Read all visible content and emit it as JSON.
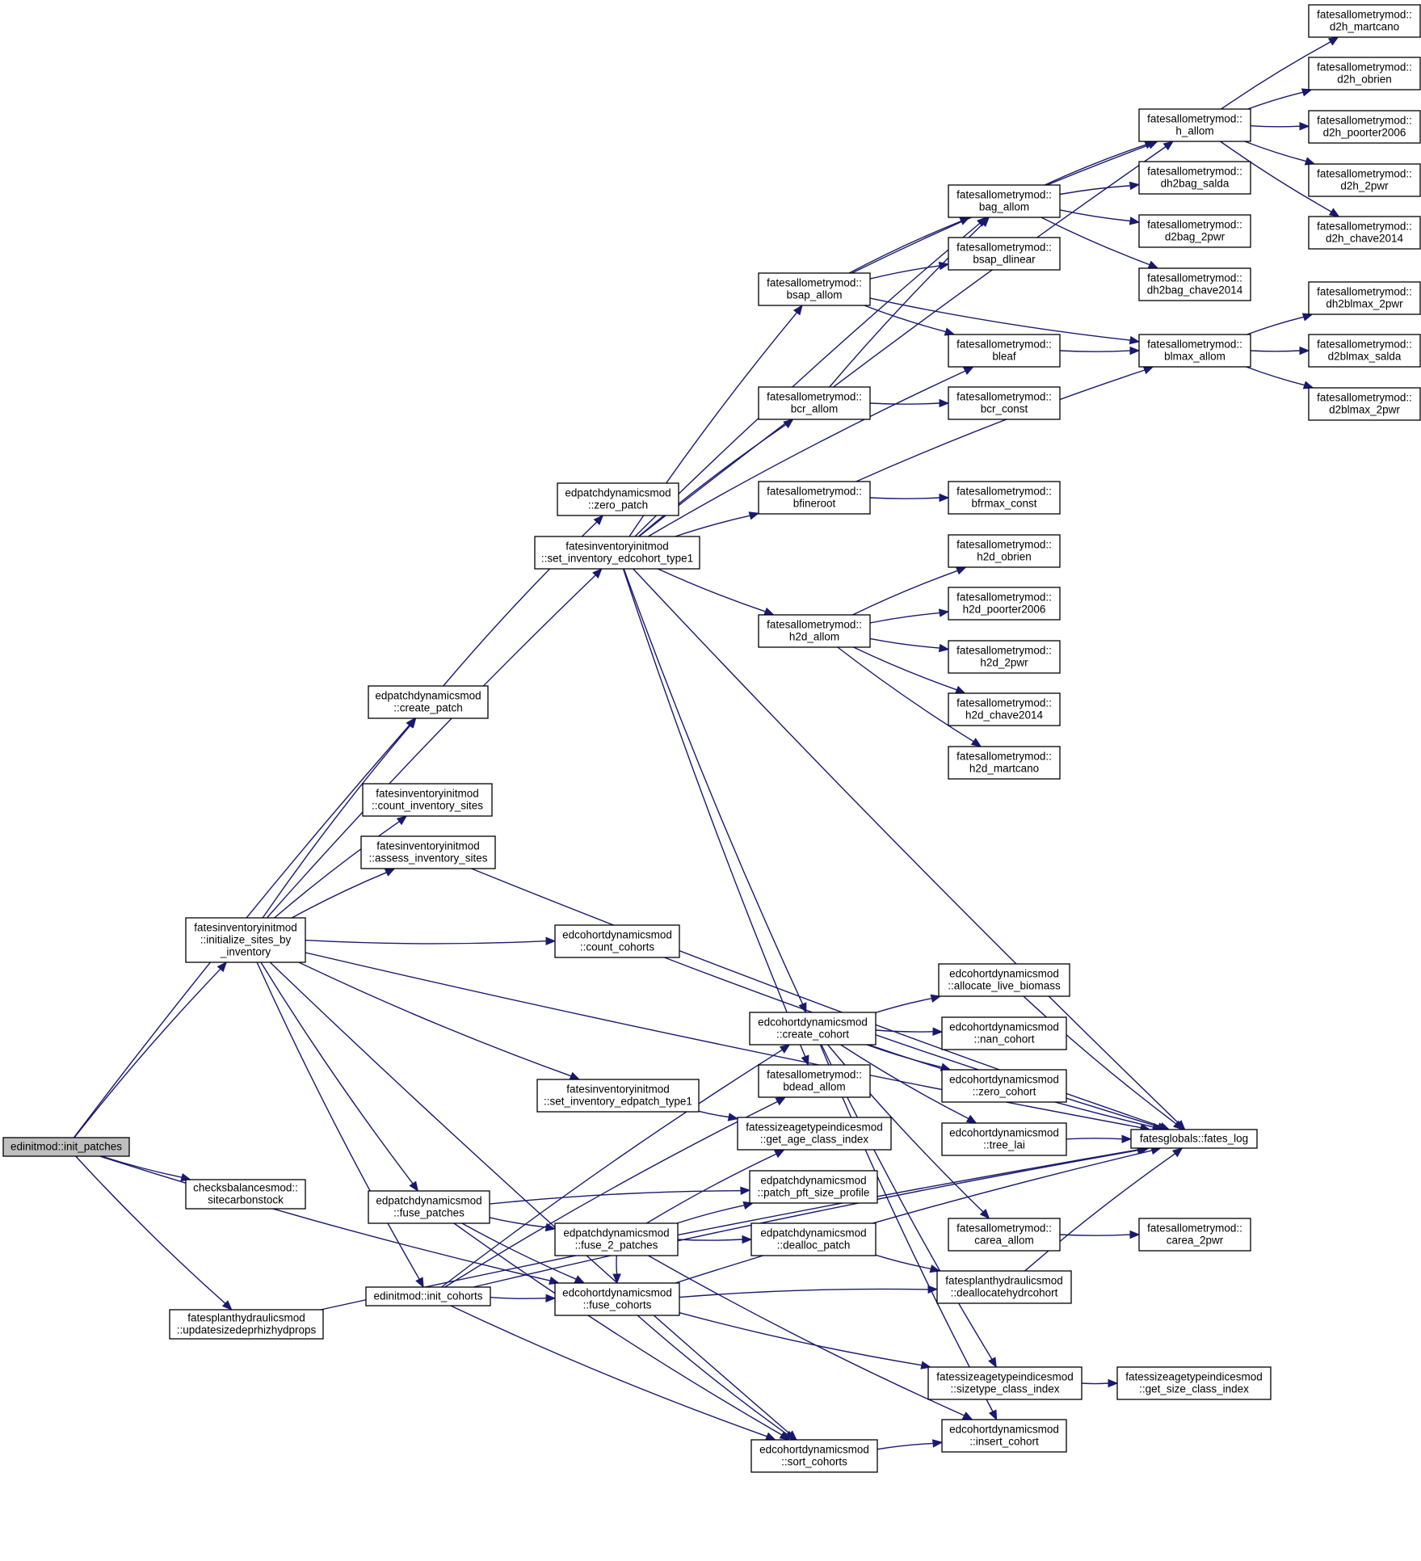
{
  "graph": {
    "edge_color": "#191970",
    "root_fill": "#bfbfbf",
    "nodes": [
      {
        "id": "init_patches",
        "lines": [
          "edinitmod::init_patches"
        ],
        "root": true
      },
      {
        "id": "create_patch",
        "lines": [
          "edpatchdynamicsmod",
          "::create_patch"
        ]
      },
      {
        "id": "initialize_sites",
        "lines": [
          "fatesinventoryinitmod",
          "::initialize_sites_by",
          "_inventory"
        ]
      },
      {
        "id": "sitecarbonstock",
        "lines": [
          "checksbalancesmod::",
          "sitecarbonstock"
        ]
      },
      {
        "id": "updatesize",
        "lines": [
          "fatesplanthydraulicsmod",
          "::updatesizedeprhizhydprops"
        ]
      },
      {
        "id": "zero_patch",
        "lines": [
          "edpatchdynamicsmod",
          "::zero_patch"
        ]
      },
      {
        "id": "set_inv_cohort",
        "lines": [
          "fatesinventoryinitmod",
          "::set_inventory_edcohort_type1"
        ]
      },
      {
        "id": "count_inv_sites",
        "lines": [
          "fatesinventoryinitmod",
          "::count_inventory_sites"
        ]
      },
      {
        "id": "assess_inv_sites",
        "lines": [
          "fatesinventoryinitmod",
          "::assess_inventory_sites"
        ]
      },
      {
        "id": "count_cohorts",
        "lines": [
          "edcohortdynamicsmod",
          "::count_cohorts"
        ]
      },
      {
        "id": "set_inv_patch",
        "lines": [
          "fatesinventoryinitmod",
          "::set_inventory_edpatch_type1"
        ]
      },
      {
        "id": "fuse_patches",
        "lines": [
          "edpatchdynamicsmod",
          "::fuse_patches"
        ]
      },
      {
        "id": "init_cohorts",
        "lines": [
          "edinitmod::init_cohorts"
        ]
      },
      {
        "id": "fuse_2_patches",
        "lines": [
          "edpatchdynamicsmod",
          "::fuse_2_patches"
        ]
      },
      {
        "id": "fuse_cohorts",
        "lines": [
          "edcohortdynamicsmod",
          "::fuse_cohorts"
        ]
      },
      {
        "id": "sort_cohorts",
        "lines": [
          "edcohortdynamicsmod",
          "::sort_cohorts"
        ]
      },
      {
        "id": "bsap_allom",
        "lines": [
          "fatesallometrymod::",
          "bsap_allom"
        ]
      },
      {
        "id": "bcr_allom",
        "lines": [
          "fatesallometrymod::",
          "bcr_allom"
        ]
      },
      {
        "id": "bfineroot",
        "lines": [
          "fatesallometrymod::",
          "bfineroot"
        ]
      },
      {
        "id": "h2d_allom",
        "lines": [
          "fatesallometrymod::",
          "h2d_allom"
        ]
      },
      {
        "id": "create_cohort",
        "lines": [
          "edcohortdynamicsmod",
          "::create_cohort"
        ]
      },
      {
        "id": "bdead_allom",
        "lines": [
          "fatesallometrymod::",
          "bdead_allom"
        ]
      },
      {
        "id": "get_age_class",
        "lines": [
          "fatessizeagetypeindicesmod",
          "::get_age_class_index"
        ]
      },
      {
        "id": "patch_pft_size",
        "lines": [
          "edpatchdynamicsmod",
          "::patch_pft_size_profile"
        ]
      },
      {
        "id": "dealloc_patch",
        "lines": [
          "edpatchdynamicsmod",
          "::dealloc_patch"
        ]
      },
      {
        "id": "bag_allom",
        "lines": [
          "fatesallometrymod::",
          "bag_allom"
        ]
      },
      {
        "id": "bsap_dlinear",
        "lines": [
          "fatesallometrymod::",
          "bsap_dlinear"
        ]
      },
      {
        "id": "bleaf",
        "lines": [
          "fatesallometrymod::",
          "bleaf"
        ]
      },
      {
        "id": "bcr_const",
        "lines": [
          "fatesallometrymod::",
          "bcr_const"
        ]
      },
      {
        "id": "bfrmax_const",
        "lines": [
          "fatesallometrymod::",
          "bfrmax_const"
        ]
      },
      {
        "id": "h2d_obrien",
        "lines": [
          "fatesallometrymod::",
          "h2d_obrien"
        ]
      },
      {
        "id": "h2d_poorter2006",
        "lines": [
          "fatesallometrymod::",
          "h2d_poorter2006"
        ]
      },
      {
        "id": "h2d_2pwr",
        "lines": [
          "fatesallometrymod::",
          "h2d_2pwr"
        ]
      },
      {
        "id": "h2d_chave2014",
        "lines": [
          "fatesallometrymod::",
          "h2d_chave2014"
        ]
      },
      {
        "id": "h2d_martcano",
        "lines": [
          "fatesallometrymod::",
          "h2d_martcano"
        ]
      },
      {
        "id": "allocate_live_biomass",
        "lines": [
          "edcohortdynamicsmod",
          "::allocate_live_biomass"
        ]
      },
      {
        "id": "nan_cohort",
        "lines": [
          "edcohortdynamicsmod",
          "::nan_cohort"
        ]
      },
      {
        "id": "zero_cohort",
        "lines": [
          "edcohortdynamicsmod",
          "::zero_cohort"
        ]
      },
      {
        "id": "tree_lai",
        "lines": [
          "edcohortdynamicsmod",
          "::tree_lai"
        ]
      },
      {
        "id": "carea_allom",
        "lines": [
          "fatesallometrymod::",
          "carea_allom"
        ]
      },
      {
        "id": "deallocatehydr",
        "lines": [
          "fatesplanthydraulicsmod",
          "::deallocatehydrcohort"
        ]
      },
      {
        "id": "sizetype_class",
        "lines": [
          "fatessizeagetypeindicesmod",
          "::sizetype_class_index"
        ]
      },
      {
        "id": "insert_cohort",
        "lines": [
          "edcohortdynamicsmod",
          "::insert_cohort"
        ]
      },
      {
        "id": "h_allom",
        "lines": [
          "fatesallometrymod::",
          "h_allom"
        ]
      },
      {
        "id": "dh2bag_salda",
        "lines": [
          "fatesallometrymod::",
          "dh2bag_salda"
        ]
      },
      {
        "id": "d2bag_2pwr",
        "lines": [
          "fatesallometrymod::",
          "d2bag_2pwr"
        ]
      },
      {
        "id": "dh2bag_chave2014",
        "lines": [
          "fatesallometrymod::",
          "dh2bag_chave2014"
        ]
      },
      {
        "id": "blmax_allom",
        "lines": [
          "fatesallometrymod::",
          "blmax_allom"
        ]
      },
      {
        "id": "fates_log",
        "lines": [
          "fatesglobals::fates_log"
        ]
      },
      {
        "id": "carea_2pwr",
        "lines": [
          "fatesallometrymod::",
          "carea_2pwr"
        ]
      },
      {
        "id": "get_size_class",
        "lines": [
          "fatessizeagetypeindicesmod",
          "::get_size_class_index"
        ]
      },
      {
        "id": "d2h_martcano",
        "lines": [
          "fatesallometrymod::",
          "d2h_martcano"
        ]
      },
      {
        "id": "d2h_obrien",
        "lines": [
          "fatesallometrymod::",
          "d2h_obrien"
        ]
      },
      {
        "id": "d2h_poorter2006",
        "lines": [
          "fatesallometrymod::",
          "d2h_poorter2006"
        ]
      },
      {
        "id": "d2h_2pwr",
        "lines": [
          "fatesallometrymod::",
          "d2h_2pwr"
        ]
      },
      {
        "id": "d2h_chave2014",
        "lines": [
          "fatesallometrymod::",
          "d2h_chave2014"
        ]
      },
      {
        "id": "dh2blmax_2pwr",
        "lines": [
          "fatesallometrymod::",
          "dh2blmax_2pwr"
        ]
      },
      {
        "id": "d2blmax_salda",
        "lines": [
          "fatesallometrymod::",
          "d2blmax_salda"
        ]
      },
      {
        "id": "d2blmax_2pwr",
        "lines": [
          "fatesallometrymod::",
          "d2blmax_2pwr"
        ]
      }
    ],
    "edges": [
      [
        "init_patches",
        "create_patch"
      ],
      [
        "init_patches",
        "initialize_sites"
      ],
      [
        "init_patches",
        "sitecarbonstock"
      ],
      [
        "init_patches",
        "updatesize"
      ],
      [
        "init_patches",
        "fuse_cohorts"
      ],
      [
        "create_patch",
        "zero_patch"
      ],
      [
        "initialize_sites",
        "create_patch"
      ],
      [
        "initialize_sites",
        "set_inv_cohort"
      ],
      [
        "initialize_sites",
        "count_inv_sites"
      ],
      [
        "initialize_sites",
        "assess_inv_sites"
      ],
      [
        "initialize_sites",
        "count_cohorts"
      ],
      [
        "initialize_sites",
        "set_inv_patch"
      ],
      [
        "initialize_sites",
        "fuse_patches"
      ],
      [
        "initialize_sites",
        "init_cohorts"
      ],
      [
        "initialize_sites",
        "fates_log"
      ],
      [
        "initialize_sites",
        "sort_cohorts"
      ],
      [
        "assess_inv_sites",
        "fates_log"
      ],
      [
        "count_cohorts",
        "fates_log"
      ],
      [
        "set_inv_patch",
        "get_age_class"
      ],
      [
        "set_inv_cohort",
        "bsap_allom"
      ],
      [
        "set_inv_cohort",
        "bcr_allom"
      ],
      [
        "set_inv_cohort",
        "bfineroot"
      ],
      [
        "set_inv_cohort",
        "h2d_allom"
      ],
      [
        "set_inv_cohort",
        "create_cohort"
      ],
      [
        "set_inv_cohort",
        "bdead_allom"
      ],
      [
        "set_inv_cohort",
        "bag_allom"
      ],
      [
        "set_inv_cohort",
        "bleaf"
      ],
      [
        "set_inv_cohort",
        "h_allom"
      ],
      [
        "set_inv_cohort",
        "fates_log"
      ],
      [
        "bsap_allom",
        "bag_allom"
      ],
      [
        "bsap_allom",
        "bsap_dlinear"
      ],
      [
        "bsap_allom",
        "bleaf"
      ],
      [
        "bsap_allom",
        "blmax_allom"
      ],
      [
        "bsap_allom",
        "h_allom"
      ],
      [
        "bcr_allom",
        "bcr_const"
      ],
      [
        "bcr_allom",
        "bag_allom"
      ],
      [
        "bfineroot",
        "bfrmax_const"
      ],
      [
        "bfineroot",
        "blmax_allom"
      ],
      [
        "h2d_allom",
        "h2d_obrien"
      ],
      [
        "h2d_allom",
        "h2d_poorter2006"
      ],
      [
        "h2d_allom",
        "h2d_2pwr"
      ],
      [
        "h2d_allom",
        "h2d_chave2014"
      ],
      [
        "h2d_allom",
        "h2d_martcano"
      ],
      [
        "bag_allom",
        "h_allom"
      ],
      [
        "bag_allom",
        "dh2bag_salda"
      ],
      [
        "bag_allom",
        "d2bag_2pwr"
      ],
      [
        "bag_allom",
        "dh2bag_chave2014"
      ],
      [
        "bleaf",
        "blmax_allom"
      ],
      [
        "h_allom",
        "d2h_martcano"
      ],
      [
        "h_allom",
        "d2h_obrien"
      ],
      [
        "h_allom",
        "d2h_poorter2006"
      ],
      [
        "h_allom",
        "d2h_2pwr"
      ],
      [
        "h_allom",
        "d2h_chave2014"
      ],
      [
        "blmax_allom",
        "dh2blmax_2pwr"
      ],
      [
        "blmax_allom",
        "d2blmax_salda"
      ],
      [
        "blmax_allom",
        "d2blmax_2pwr"
      ],
      [
        "create_cohort",
        "allocate_live_biomass"
      ],
      [
        "create_cohort",
        "nan_cohort"
      ],
      [
        "create_cohort",
        "zero_cohort"
      ],
      [
        "create_cohort",
        "tree_lai"
      ],
      [
        "create_cohort",
        "carea_allom"
      ],
      [
        "create_cohort",
        "sizetype_class"
      ],
      [
        "create_cohort",
        "insert_cohort"
      ],
      [
        "create_cohort",
        "fates_log"
      ],
      [
        "allocate_live_biomass",
        "fates_log"
      ],
      [
        "tree_lai",
        "fates_log"
      ],
      [
        "carea_allom",
        "carea_2pwr"
      ],
      [
        "deallocatehydr",
        "fates_log"
      ],
      [
        "sizetype_class",
        "get_size_class"
      ],
      [
        "fuse_patches",
        "patch_pft_size"
      ],
      [
        "fuse_patches",
        "fuse_2_patches"
      ],
      [
        "fuse_patches",
        "fuse_cohorts"
      ],
      [
        "fuse_patches",
        "sort_cohorts"
      ],
      [
        "fuse_2_patches",
        "get_age_class"
      ],
      [
        "fuse_2_patches",
        "patch_pft_size"
      ],
      [
        "fuse_2_patches",
        "dealloc_patch"
      ],
      [
        "fuse_2_patches",
        "insert_cohort"
      ],
      [
        "fuse_2_patches",
        "fuse_cohorts"
      ],
      [
        "dealloc_patch",
        "deallocatehydr"
      ],
      [
        "init_cohorts",
        "create_cohort"
      ],
      [
        "init_cohorts",
        "bdead_allom"
      ],
      [
        "init_cohorts",
        "fuse_cohorts"
      ],
      [
        "init_cohorts",
        "sort_cohorts"
      ],
      [
        "init_cohorts",
        "fates_log"
      ],
      [
        "fuse_cohorts",
        "deallocatehydr"
      ],
      [
        "fuse_cohorts",
        "sizetype_class"
      ],
      [
        "fuse_cohorts",
        "sort_cohorts"
      ],
      [
        "fuse_cohorts",
        "fates_log"
      ],
      [
        "sort_cohorts",
        "insert_cohort"
      ],
      [
        "updatesize",
        "fates_log"
      ]
    ]
  }
}
